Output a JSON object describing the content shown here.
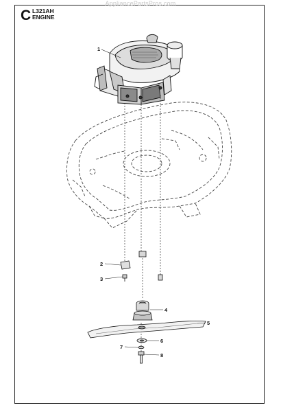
{
  "watermark": "AppliancePartsPros.com",
  "header": {
    "section_letter": "C",
    "model": "L321AH",
    "section_name": "ENGINE"
  },
  "callouts": [
    "1",
    "2",
    "3",
    "4",
    "5",
    "6",
    "7",
    "8"
  ]
}
